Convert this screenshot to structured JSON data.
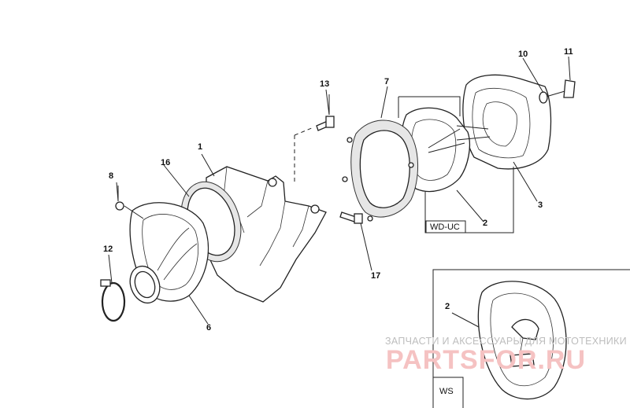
{
  "callouts": {
    "c1": "1",
    "c2a": "2",
    "c2b": "2",
    "c3": "3",
    "c6": "6",
    "c7": "7",
    "c8": "8",
    "c10": "10",
    "c11": "11",
    "c12": "12",
    "c13": "13",
    "c16": "16",
    "c17": "17"
  },
  "boxes": {
    "wd_uc": "WD-UC",
    "ws": "WS"
  },
  "watermark": {
    "caption": "ЗАПЧАСТИ И АКСЕССУАРЫ ДЛЯ МОТОТЕХНИКИ",
    "brand": "PARTSFOR.RU",
    "brand_color": "#f5c2c2"
  }
}
